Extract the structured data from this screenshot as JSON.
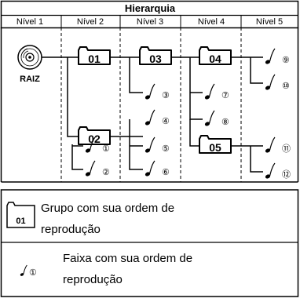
{
  "header": {
    "title": "Hierarquia",
    "columns": [
      "Nível 1",
      "Nível 2",
      "Nível 3",
      "Nível 4",
      "Nível 5"
    ]
  },
  "root": {
    "label": "RAIZ",
    "icon": "disc-icon"
  },
  "groups": [
    {
      "id": "g01",
      "label": "01"
    },
    {
      "id": "g02",
      "label": "02"
    },
    {
      "id": "g03",
      "label": "03"
    },
    {
      "id": "g04",
      "label": "04"
    },
    {
      "id": "g05",
      "label": "05"
    }
  ],
  "tracks": [
    {
      "id": "t1",
      "label": "①"
    },
    {
      "id": "t2",
      "label": "②"
    },
    {
      "id": "t3",
      "label": "③"
    },
    {
      "id": "t4",
      "label": "④"
    },
    {
      "id": "t5",
      "label": "⑤"
    },
    {
      "id": "t6",
      "label": "⑥"
    },
    {
      "id": "t7",
      "label": "⑦"
    },
    {
      "id": "t8",
      "label": "⑧"
    },
    {
      "id": "t9",
      "label": "⑨"
    },
    {
      "id": "t10",
      "label": "⑩"
    },
    {
      "id": "t11",
      "label": "⑪"
    },
    {
      "id": "t12",
      "label": "⑫"
    }
  ],
  "legend": {
    "group_example": "01",
    "group_text_line1": "Grupo com sua ordem de",
    "group_text_line2": "reprodução",
    "track_example": "①",
    "track_text_line1": "Faixa com sua ordem de",
    "track_text_line2": "reprodução"
  }
}
